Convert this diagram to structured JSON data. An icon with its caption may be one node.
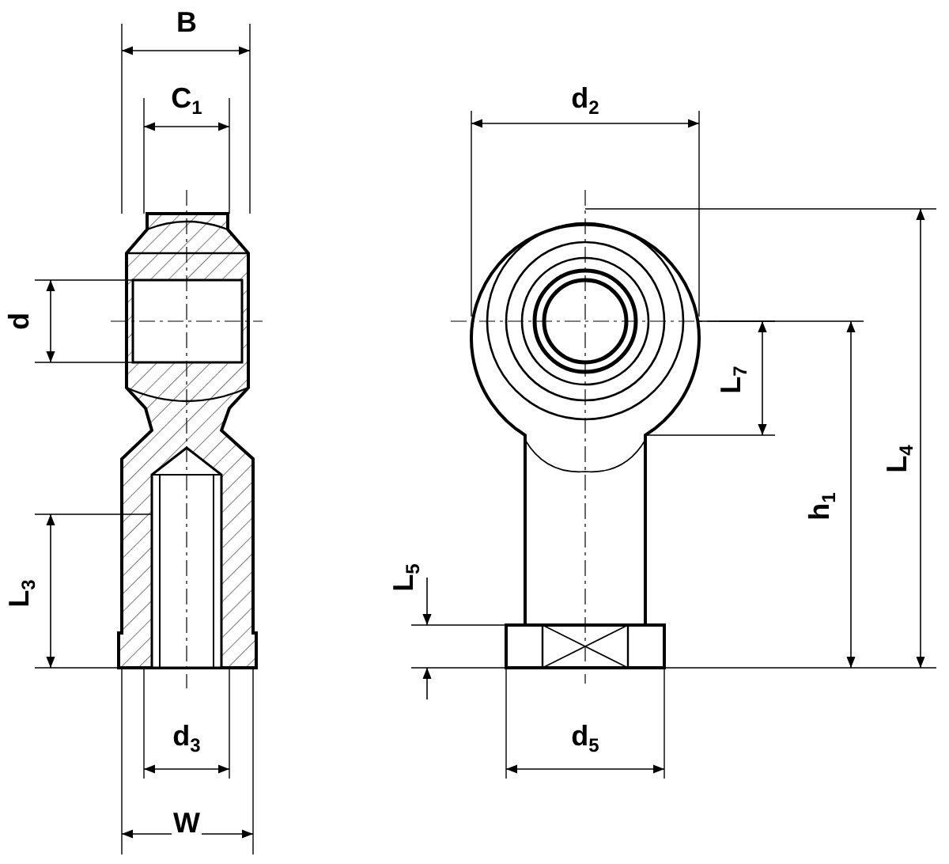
{
  "diagram": {
    "labels": [
      "B",
      "C$_{1}$",
      "d$_{2}$",
      "d",
      "L$_{7}$",
      "L$_{4}$",
      "h$_{1}$",
      "L$_{3}$",
      "L$_{5}$",
      "d$_{3}$",
      "d$_{5}$",
      "W"
    ]
  }
}
